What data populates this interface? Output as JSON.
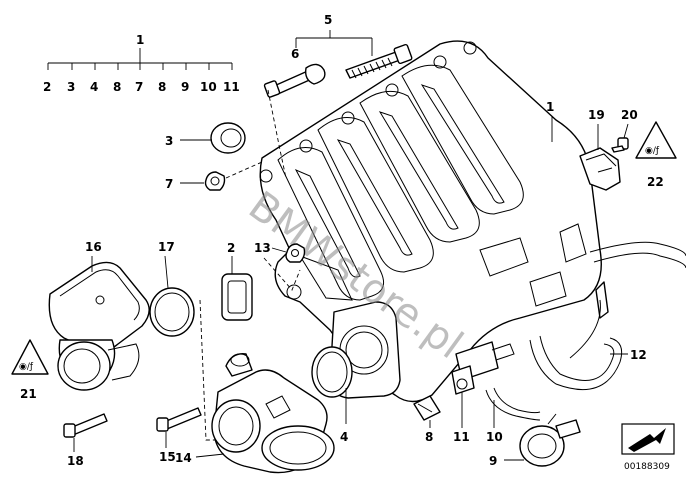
{
  "diagram": {
    "callouts": {
      "c1_top": "1",
      "c1_right": "1",
      "c2_top": "2",
      "c2_mid": "2",
      "c3_top": "3",
      "c3": "3",
      "c4_top": "4",
      "c4": "4",
      "c5": "5",
      "c6": "6",
      "c7_top": "7",
      "c7": "7",
      "c8_top": "8",
      "c8": "8",
      "c9_top": "9",
      "c9": "9",
      "c10_top": "10",
      "c10": "10",
      "c11_top": "11",
      "c11": "11",
      "c12": "12",
      "c13": "13",
      "c14": "14",
      "c15": "15",
      "c16": "16",
      "c17": "17",
      "c18": "18",
      "c19": "19",
      "c20": "20",
      "c21": "21",
      "c22": "22"
    },
    "watermark": "BMWstore.pl",
    "warning_symbol_text": "◉∕ƒ",
    "diagram_id": "00188309"
  }
}
